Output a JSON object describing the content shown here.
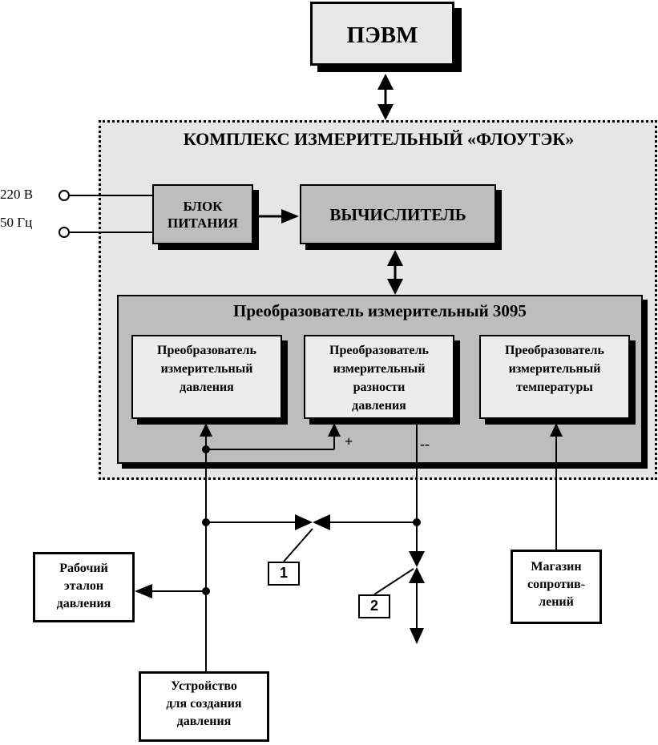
{
  "pc": {
    "label": "ПЭВМ"
  },
  "complex": {
    "title": "КОМПЛЕКС  ИЗМЕРИТЕЛЬНЫЙ «ФЛОУТЭК»"
  },
  "mains": {
    "voltage": "220 В",
    "frequency": "50 Гц"
  },
  "power_block": {
    "line1": "БЛОК",
    "line2": "ПИТАНИЯ"
  },
  "computer": {
    "label": "ВЫЧИСЛИТЕЛЬ"
  },
  "converter_3095": {
    "title": "Преобразователь  измерительный  3095"
  },
  "pressure_converter": {
    "line1": "Преобразователь",
    "line2": "измерительный",
    "line3": "давления"
  },
  "diff_pressure_converter": {
    "line1": "Преобразователь",
    "line2": "измерительный",
    "line3": "разности",
    "line4": "давления"
  },
  "temperature_converter": {
    "line1": "Преобразователь",
    "line2": "измерительный",
    "line3": "температуры"
  },
  "ports": {
    "plus": "+",
    "minus": "--"
  },
  "reference": {
    "line1": "Рабочий",
    "line2": "эталон",
    "line3": "давления"
  },
  "resistance_box": {
    "line1": "Магазин",
    "line2": "сопротив-",
    "line3": "лений"
  },
  "pressure_device": {
    "line1": "Устройство",
    "line2": "для  создания",
    "line3": "давления"
  },
  "valves": {
    "valve1": "1",
    "valve2": "2"
  }
}
